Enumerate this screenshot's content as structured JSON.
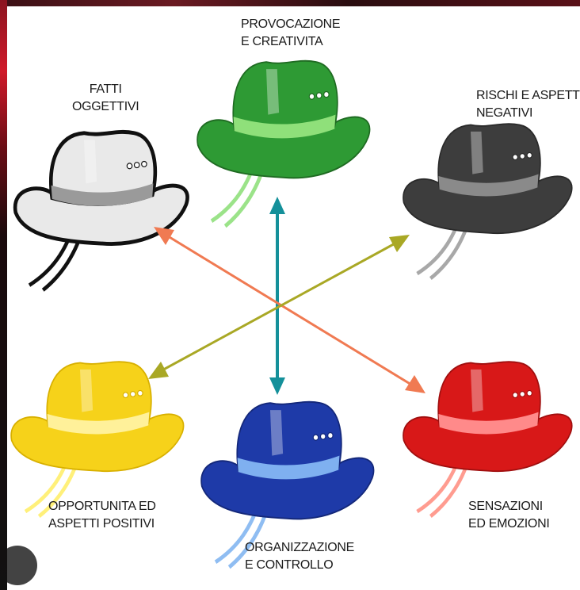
{
  "hats": [
    {
      "id": "white",
      "color": "#e9e9e9",
      "band": "#9a9a9a",
      "outline": "#111111",
      "cord": "#111111",
      "label_lines": [
        "FATTI",
        "OGGETTIVI"
      ]
    },
    {
      "id": "green",
      "color": "#2e9a34",
      "band": "#8fe07a",
      "outline": "#1f6b22",
      "cord": "#9be389",
      "label_lines": [
        "PROVOCAZIONE",
        "E CREATIVITA"
      ]
    },
    {
      "id": "black",
      "color": "#3d3d3d",
      "band": "#8a8a8a",
      "outline": "#2a2a2a",
      "cord": "#a8a8a8",
      "label_lines": [
        "RISCHI E ASPETTI",
        "NEGATIVI"
      ]
    },
    {
      "id": "yellow",
      "color": "#f6d21a",
      "band": "#fff19a",
      "outline": "#d8b000",
      "cord": "#fff07a",
      "label_lines": [
        "OPPORTUNITA ED",
        "ASPETTI POSITIVI"
      ]
    },
    {
      "id": "blue",
      "color": "#1e3aa8",
      "band": "#7fb0f0",
      "outline": "#14287a",
      "cord": "#8fbdf2",
      "label_lines": [
        "ORGANIZZAZIONE",
        "E CONTROLLO"
      ]
    },
    {
      "id": "red",
      "color": "#d81818",
      "band": "#ff8a8a",
      "outline": "#a00f0f",
      "cord": "#ff9c90",
      "label_lines": [
        "SENSAZIONI",
        "ED EMOZIONI"
      ]
    }
  ],
  "arrows": [
    {
      "id": "vertical",
      "color": "#14909a",
      "connects": [
        "green",
        "blue"
      ]
    },
    {
      "id": "diag-white-red",
      "color": "#f07a52",
      "connects": [
        "white",
        "red"
      ]
    },
    {
      "id": "diag-yellow-black",
      "color": "#a9a825",
      "connects": [
        "yellow",
        "black"
      ]
    }
  ]
}
